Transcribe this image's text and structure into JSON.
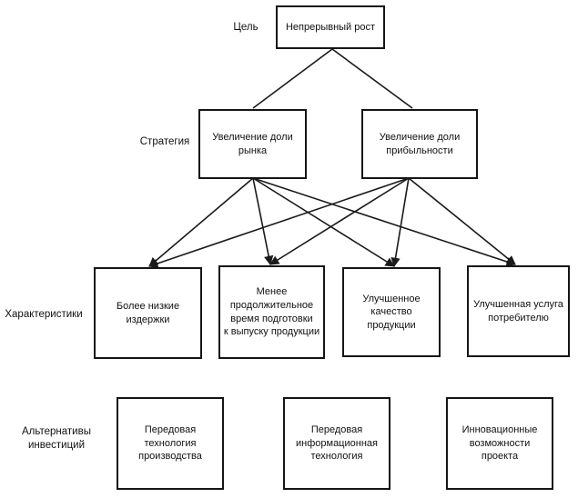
{
  "diagram": {
    "colors": {
      "background": "#ffffff",
      "line": "#1a1a1a",
      "box_border": "#151515",
      "text": "#111111"
    },
    "levels": [
      {
        "label": "Цель",
        "nodes": [
          {
            "id": "goal",
            "text": "Непрерывный рост"
          }
        ]
      },
      {
        "label": "Стратегия",
        "nodes": [
          {
            "id": "strategy-market-share",
            "text": "Увеличение доли\nрынка"
          },
          {
            "id": "strategy-profitability",
            "text": "Увеличение доли\nприбыльности"
          }
        ]
      },
      {
        "label": "Характеристики",
        "nodes": [
          {
            "id": "char-lower-costs",
            "text": "Более низкие\nиздержки"
          },
          {
            "id": "char-shorter-prep-time",
            "text": "Менее\nпродолжительное\nвремя подготовки\nк выпуску продукции"
          },
          {
            "id": "char-improved-quality",
            "text": "Улучшенное качество\nпродукции"
          },
          {
            "id": "char-improved-service",
            "text": "Улучшенная услуга\nпотребителю"
          }
        ]
      },
      {
        "label": "Альтернативы\nинвестиций",
        "nodes": [
          {
            "id": "alt-manufacturing-tech",
            "text": "Передовая\nтехнология\nпроизводства"
          },
          {
            "id": "alt-information-tech",
            "text": "Передовая\nинформационная\nтехнология"
          },
          {
            "id": "alt-project-innovation",
            "text": "Инновационные\nвозможности\nпроекта"
          }
        ]
      }
    ],
    "edges": [
      {
        "from": "goal",
        "to": "strategy-market-share",
        "arrow": false
      },
      {
        "from": "goal",
        "to": "strategy-profitability",
        "arrow": false
      },
      {
        "from": "strategy-market-share",
        "to": "char-lower-costs",
        "arrow": true
      },
      {
        "from": "strategy-market-share",
        "to": "char-shorter-prep-time",
        "arrow": true
      },
      {
        "from": "strategy-market-share",
        "to": "char-improved-quality",
        "arrow": true
      },
      {
        "from": "strategy-market-share",
        "to": "char-improved-service",
        "arrow": true
      },
      {
        "from": "strategy-profitability",
        "to": "char-lower-costs",
        "arrow": true
      },
      {
        "from": "strategy-profitability",
        "to": "char-shorter-prep-time",
        "arrow": true
      },
      {
        "from": "strategy-profitability",
        "to": "char-improved-quality",
        "arrow": true
      },
      {
        "from": "strategy-profitability",
        "to": "char-improved-service",
        "arrow": true
      }
    ]
  }
}
